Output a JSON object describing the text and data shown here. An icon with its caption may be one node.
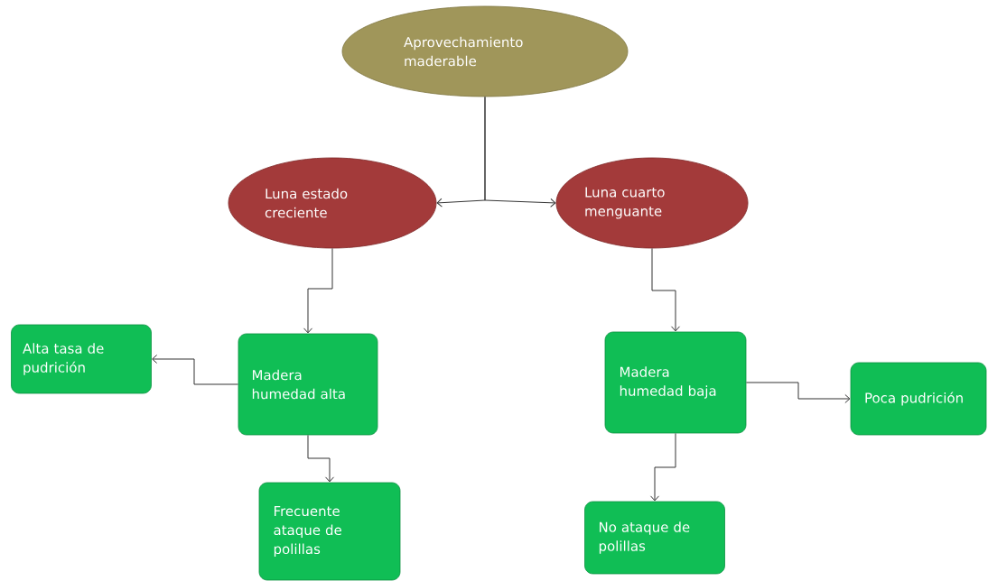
{
  "diagram": {
    "nodes": [
      {
        "text": [
          "Aprovechamiento maderable"
        ]
      },
      {
        "text": [
          "Luna estado creciente"
        ]
      },
      {
        "text": [
          "Luna cuarto menguante"
        ]
      },
      {
        "text": [
          "Alta tasa de pudrición"
        ]
      },
      {
        "text": [
          "Madera humedad alta"
        ]
      },
      {
        "text": [
          "Madera humedad baja"
        ]
      },
      {
        "text": [
          "Poca pudrición"
        ]
      },
      {
        "text": [
          "Frecuente ataque de polillas"
        ]
      },
      {
        "text": [
          "No ataque de polillas"
        ]
      }
    ],
    "edges": [
      {
        "from": 0,
        "to": 1,
        "arrow": "to"
      },
      {
        "from": 0,
        "to": 2,
        "arrow": "to"
      },
      {
        "from": 1,
        "to": 4,
        "arrow": "to"
      },
      {
        "from": 2,
        "to": 5,
        "arrow": "to"
      },
      {
        "from": 4,
        "to": 3,
        "arrow": "to"
      },
      {
        "from": 4,
        "to": 7,
        "arrow": "to"
      },
      {
        "from": 5,
        "to": 6,
        "arrow": "to"
      },
      {
        "from": 5,
        "to": 8,
        "arrow": "to"
      }
    ]
  }
}
